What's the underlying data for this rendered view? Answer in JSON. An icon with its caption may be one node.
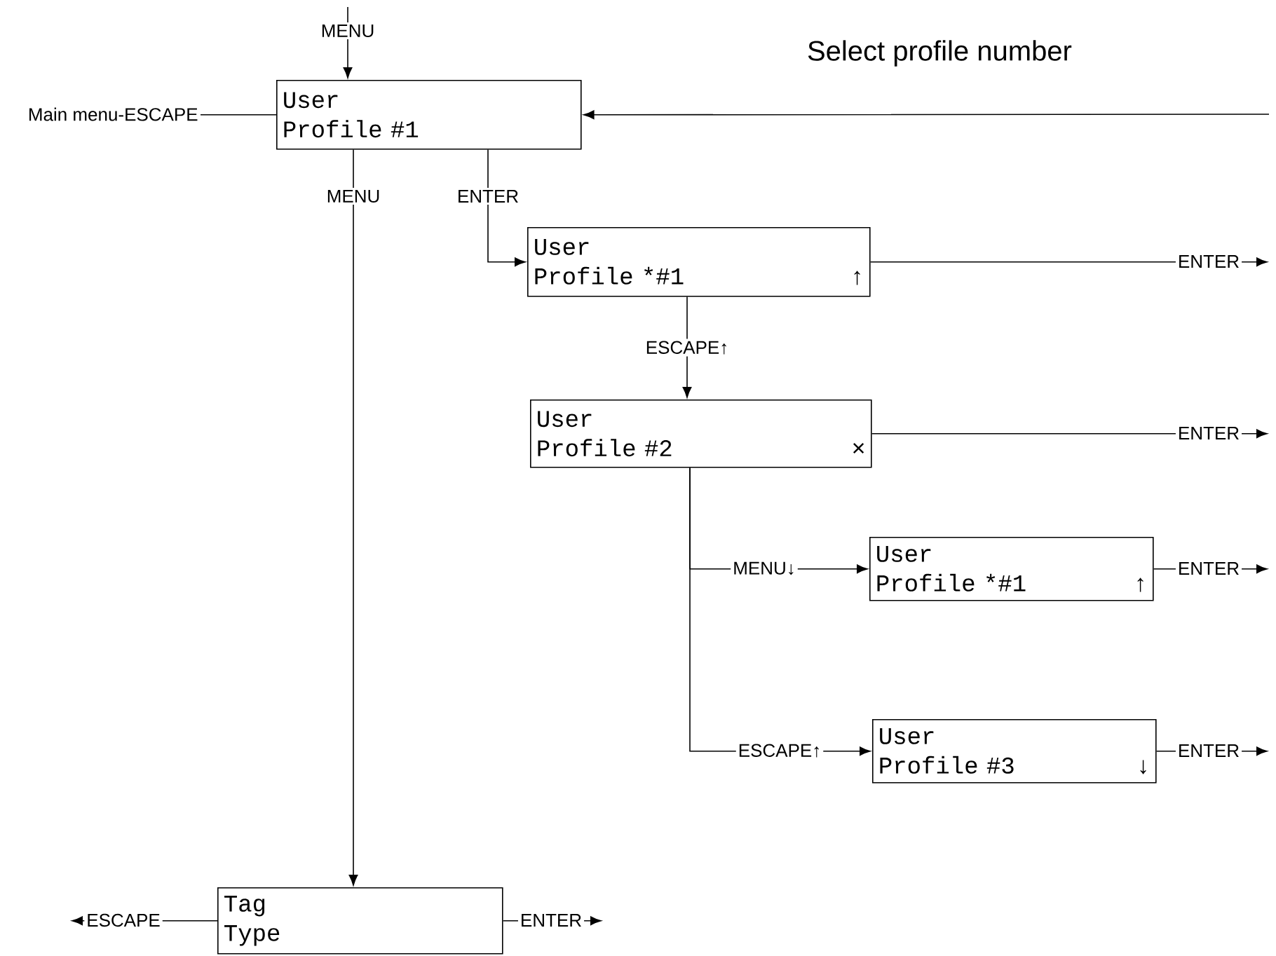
{
  "diagram": {
    "title": "Select profile number",
    "nodes": [
      {
        "text": [
          "User",
          "Profile #1"
        ]
      },
      {
        "text": [
          "User",
          "Profile *#1",
          "↑"
        ]
      },
      {
        "text": [
          "User",
          "Profile #2",
          "×"
        ]
      },
      {
        "text": [
          "User",
          "Profile *#1",
          "↑"
        ]
      },
      {
        "text": [
          "User",
          "Profile #3",
          "↓"
        ]
      },
      {
        "text": [
          "Tag",
          "Type"
        ]
      }
    ],
    "edges": [
      {
        "from": null,
        "to": 0,
        "arrow": "to",
        "label": "MENU"
      },
      {
        "from": null,
        "to": 0,
        "arrow": "to"
      },
      {
        "from": 0,
        "to": null,
        "arrow": "none",
        "label": "Main menu-ESCAPE"
      },
      {
        "from": 0,
        "to": 5,
        "arrow": "to",
        "label": "MENU"
      },
      {
        "from": 0,
        "to": 1,
        "arrow": "to",
        "label": "ENTER"
      },
      {
        "from": 1,
        "to": null,
        "arrow": "to",
        "label": "ENTER"
      },
      {
        "from": 1,
        "to": 2,
        "arrow": "to",
        "label": "ESCAPE↑"
      },
      {
        "from": 2,
        "to": null,
        "arrow": "to",
        "label": "ENTER"
      },
      {
        "from": 2,
        "to": 3,
        "arrow": "to",
        "label": "MENU↓"
      },
      {
        "from": 2,
        "to": 4,
        "arrow": "to",
        "label": "ESCAPE↑"
      },
      {
        "from": 3,
        "to": null,
        "arrow": "to",
        "label": "ENTER"
      },
      {
        "from": 4,
        "to": null,
        "arrow": "to",
        "label": "ENTER"
      },
      {
        "from": 5,
        "to": null,
        "arrow": "to",
        "label": "ESCAPE"
      },
      {
        "from": 5,
        "to": null,
        "arrow": "to",
        "label": "ENTER"
      }
    ]
  }
}
